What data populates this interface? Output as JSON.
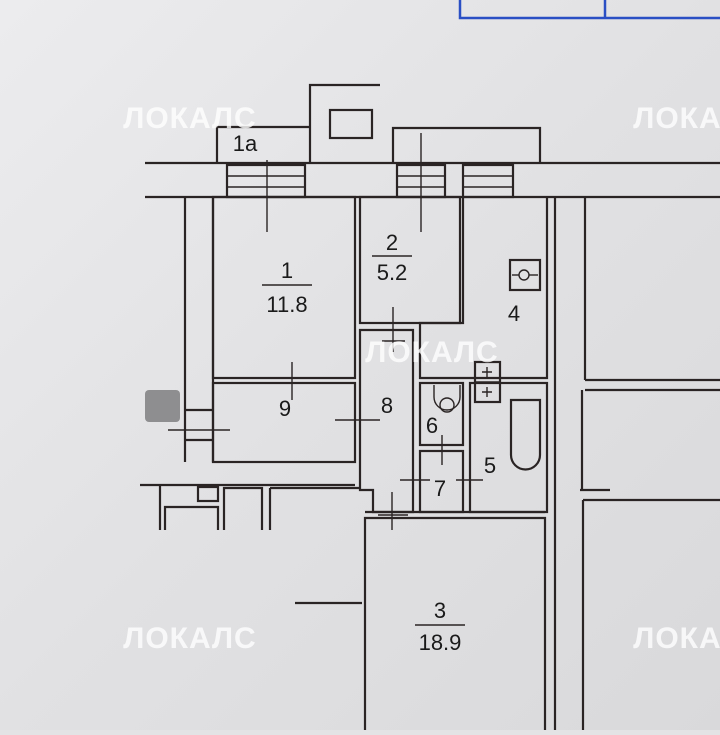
{
  "watermark": "ЛОКАЛС",
  "rooms": [
    {
      "id": "1a",
      "area": ""
    },
    {
      "id": "1",
      "area": "11.8"
    },
    {
      "id": "2",
      "area": "5.2"
    },
    {
      "id": "3",
      "area": "18.9"
    },
    {
      "id": "4",
      "area": ""
    },
    {
      "id": "5",
      "area": ""
    },
    {
      "id": "6",
      "area": ""
    },
    {
      "id": "7",
      "area": ""
    },
    {
      "id": "8",
      "area": ""
    },
    {
      "id": "9",
      "area": ""
    }
  ],
  "colors": {
    "wall": "#2a2424",
    "frame": "#2a4fc4",
    "background": "#e3e3e5"
  }
}
